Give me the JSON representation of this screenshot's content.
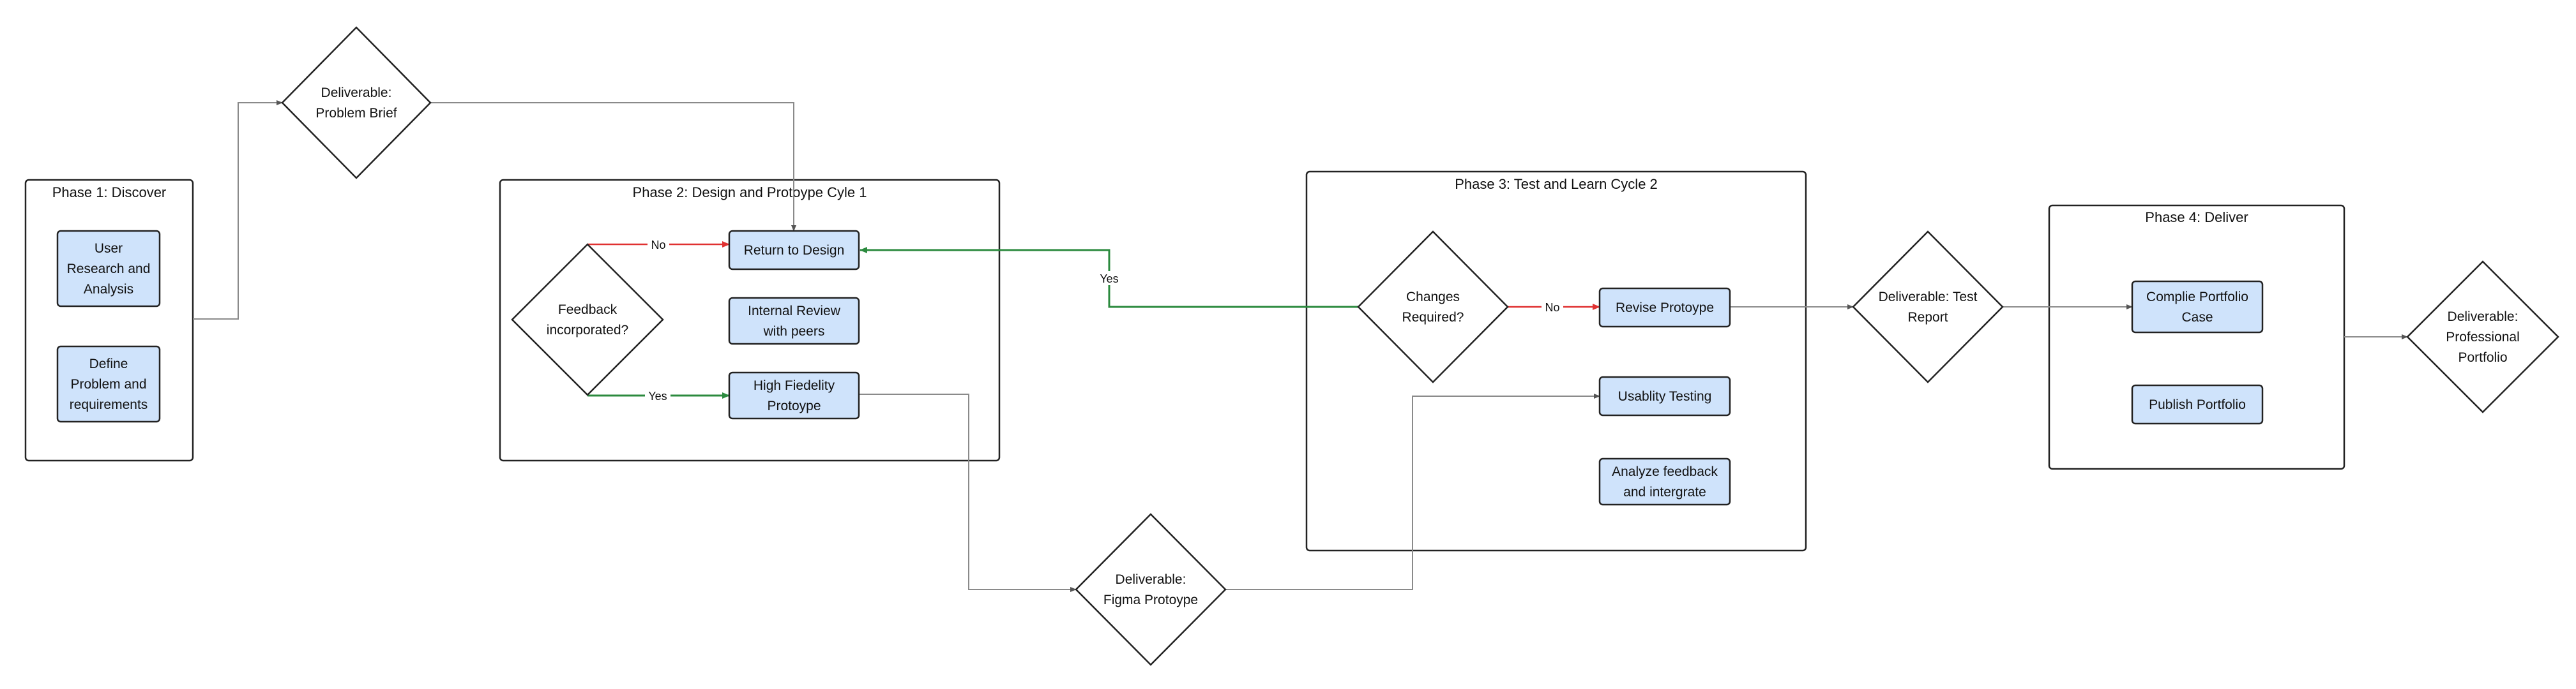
{
  "phases": {
    "discover": "Phase 1: Discover",
    "design": "Phase 2: Design and Protoype Cyle 1",
    "test": "Phase 3: Test and Learn Cycle 2",
    "deliver": "Phase 4: Deliver"
  },
  "tasks": {
    "user_research": [
      "User",
      "Research and",
      "Analysis"
    ],
    "define_problem": [
      "Define",
      "Problem and",
      "requirements"
    ],
    "return_to_design": [
      "Return to Design"
    ],
    "internal_review": [
      "Internal Review",
      "with peers"
    ],
    "high_fidelity": [
      "High Fiedelity",
      "Protoype"
    ],
    "revise_prototype": [
      "Revise Protoype"
    ],
    "usability_testing": [
      "Usablity Testing"
    ],
    "analyze_feedback": [
      "Analyze feedback",
      "and intergrate"
    ],
    "compile_portfolio": [
      "Complie Portfolio",
      "Case"
    ],
    "publish_portfolio": [
      "Publish Portfolio"
    ]
  },
  "decisions": {
    "problem_brief": [
      "Deliverable:",
      "Problem Brief"
    ],
    "feedback_incorporated": [
      "Feedback",
      "incorporated?"
    ],
    "figma_prototype": [
      "Deliverable:",
      "Figma Protoype"
    ],
    "changes_required": [
      "Changes",
      "Required?"
    ],
    "test_report": [
      "Deliverable: Test",
      "Report"
    ],
    "professional_portfolio": [
      "Deliverable:",
      "Professional",
      "Portfolio"
    ]
  },
  "edge_labels": {
    "feedback_no": "No",
    "feedback_yes": "Yes",
    "changes_yes": "Yes",
    "changes_no": "No"
  },
  "colors": {
    "task_fill": "#cfe3fb",
    "no_edge": "#e03131",
    "yes_edge": "#2b8a3e",
    "default_edge": "#8a8a8a"
  }
}
